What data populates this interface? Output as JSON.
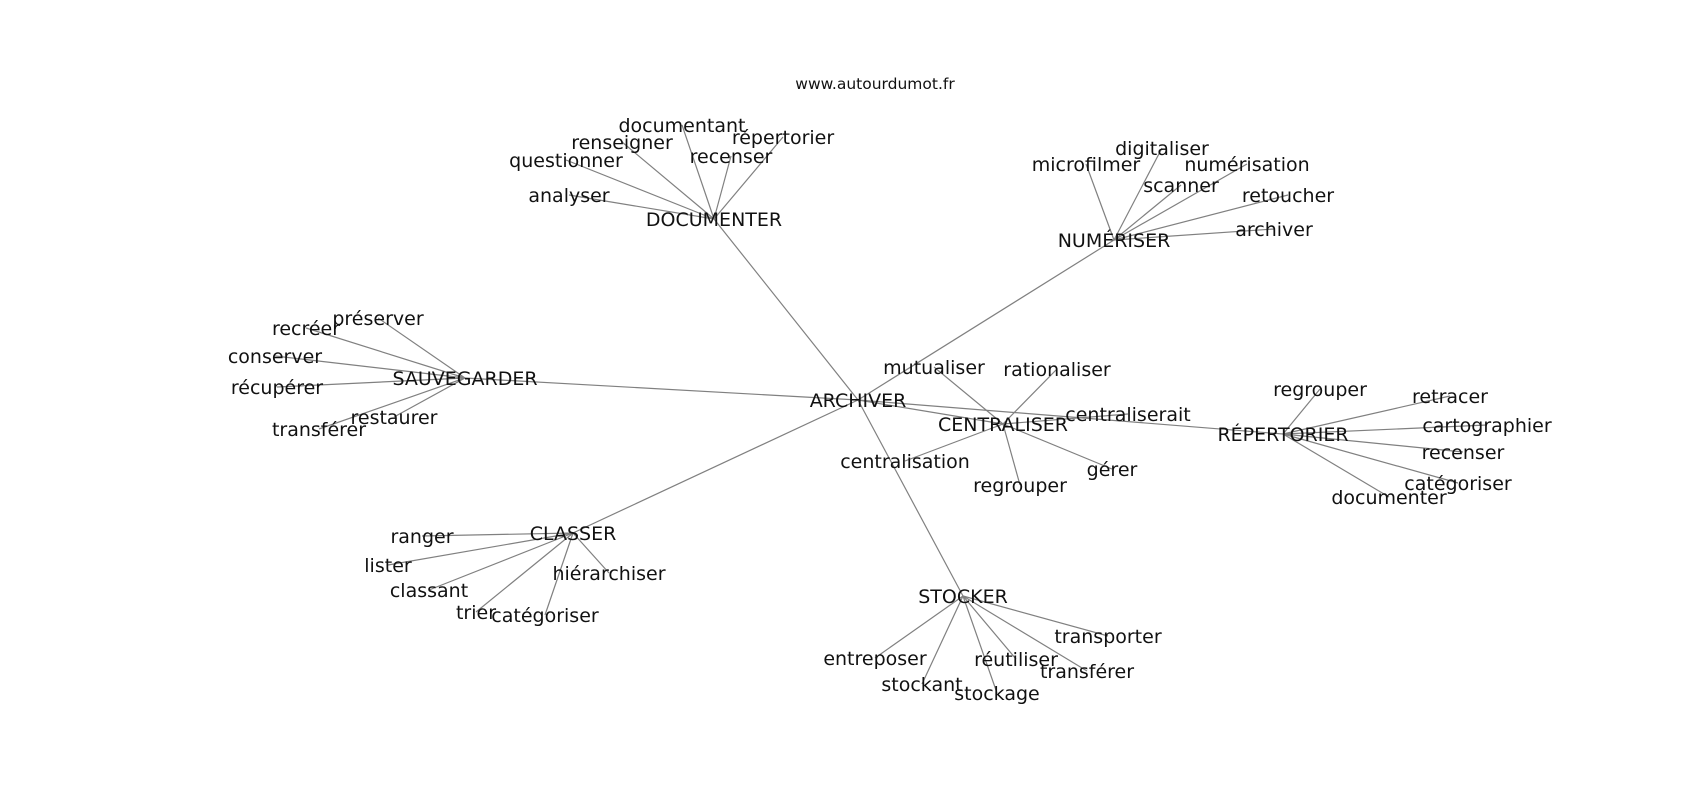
{
  "source": "www.autourdumot.fr",
  "center": "ARCHIVER",
  "groups": [
    {
      "name": "DOCUMENTER",
      "words": [
        "documentant",
        "renseigner",
        "répertorier",
        "questionner",
        "recenser",
        "analyser"
      ]
    },
    {
      "name": "NUMÉRISER",
      "words": [
        "digitaliser",
        "microfilmer",
        "numérisation",
        "scanner",
        "retoucher",
        "archiver"
      ]
    },
    {
      "name": "SAUVEGARDER",
      "words": [
        "préserver",
        "recréer",
        "conserver",
        "récupérer",
        "restaurer",
        "transférer"
      ]
    },
    {
      "name": "CENTRALISER",
      "words": [
        "mutualiser",
        "rationaliser",
        "centraliserait",
        "centralisation",
        "regrouper",
        "gérer"
      ]
    },
    {
      "name": "RÉPERTORIER",
      "words": [
        "regrouper",
        "retracer",
        "cartographier",
        "recenser",
        "catégoriser",
        "documenter"
      ]
    },
    {
      "name": "CLASSER",
      "words": [
        "ranger",
        "lister",
        "hiérarchiser",
        "classant",
        "trier",
        "catégoriser"
      ]
    },
    {
      "name": "STOCKER",
      "words": [
        "transporter",
        "entreposer",
        "réutiliser",
        "transférer",
        "stockant",
        "stockage"
      ]
    }
  ]
}
